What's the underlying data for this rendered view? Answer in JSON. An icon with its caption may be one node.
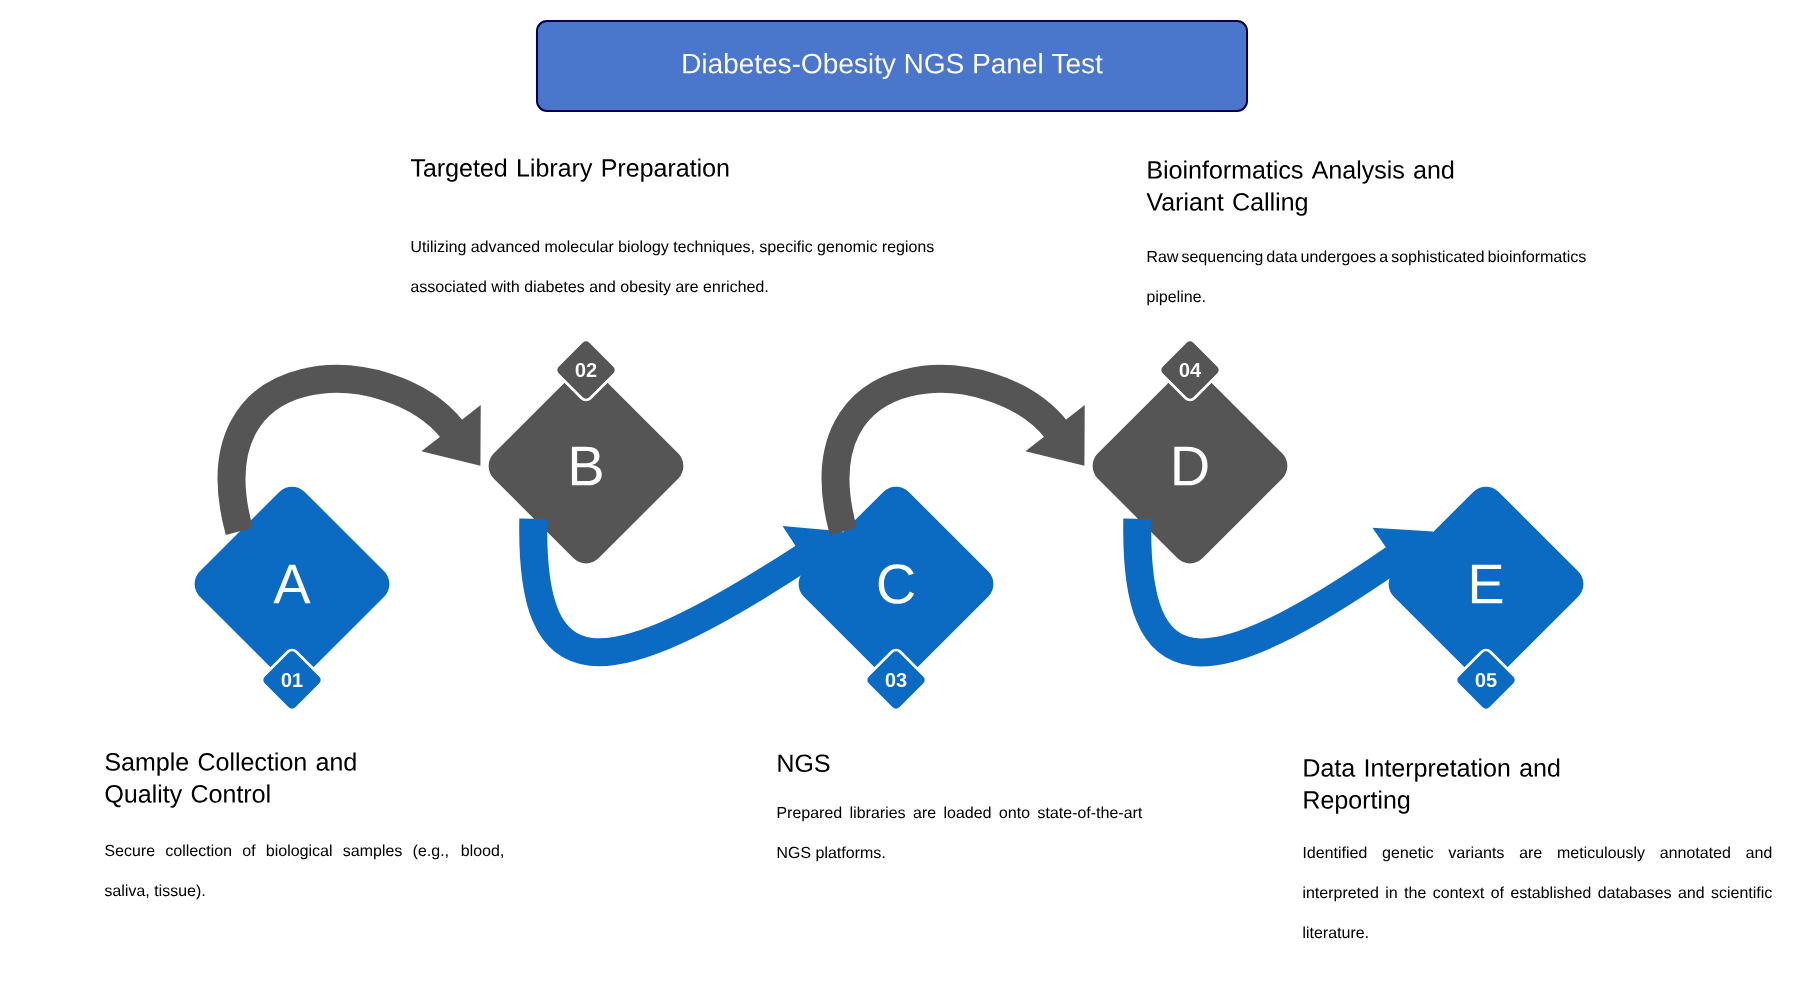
{
  "diagram": {
    "nodes": [
      {
        "text": [
          "Diabetes-Obesity NGS Panel Test"
        ]
      },
      {
        "text": [
          "A"
        ]
      },
      {
        "text": [
          "01"
        ]
      },
      {
        "text": [
          "B"
        ]
      },
      {
        "text": [
          "02"
        ]
      },
      {
        "text": [
          "C"
        ]
      },
      {
        "text": [
          "03"
        ]
      },
      {
        "text": [
          "D"
        ]
      },
      {
        "text": [
          "04"
        ]
      },
      {
        "text": [
          "E"
        ]
      },
      {
        "text": [
          "05"
        ]
      }
    ],
    "edges": [
      {
        "from": 1,
        "to": 3,
        "arrow": "to",
        "color": "#555555"
      },
      {
        "from": 3,
        "to": 5,
        "arrow": "to",
        "color": "#0b6bc2"
      },
      {
        "from": 5,
        "to": 7,
        "arrow": "to",
        "color": "#555555"
      },
      {
        "from": 7,
        "to": 9,
        "arrow": "to",
        "color": "#0b6bc2"
      }
    ],
    "labels": [
      "Targeted Library Preparation",
      "Utilizing advanced molecular biology techniques, specific genomic regions associated with diabetes and obesity are enriched.",
      "Bioinformatics Analysis and Variant Calling",
      "Raw sequencing data undergoes a sophisticated bioinformatics pipeline.",
      "Sample Collection and Quality Control",
      "Secure collection of biological samples (e.g., blood, saliva, tissue).",
      "NGS",
      "Prepared libraries are loaded onto state-of-the-art NGS platforms.",
      "Data Interpretation and Reporting",
      "Identified genetic variants are meticulously annotated and interpreted in the context of established databases and scientific literature."
    ]
  }
}
